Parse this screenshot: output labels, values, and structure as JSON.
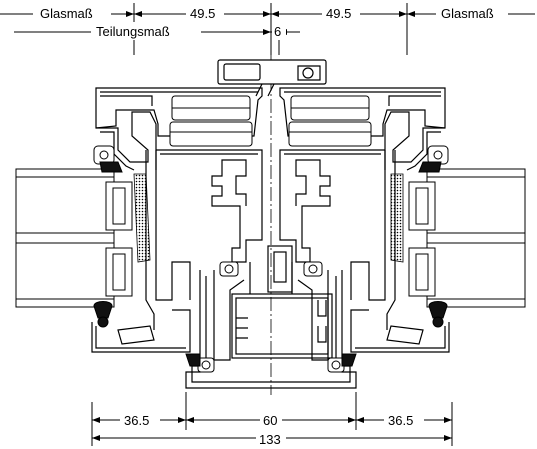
{
  "top_dimensions": {
    "glass_left": "Glasmaß",
    "value_left": "49.5",
    "value_right": "49.5",
    "glass_right": "Glasmaß",
    "division_label": "Teilungsmaß",
    "division_value": "6"
  },
  "bottom_dimensions": {
    "left": "36.5",
    "center": "60",
    "right": "36.5",
    "total": "133"
  },
  "colors": {
    "line": "#000000",
    "fill": "#ffffff",
    "dark_fill": "#111111"
  }
}
